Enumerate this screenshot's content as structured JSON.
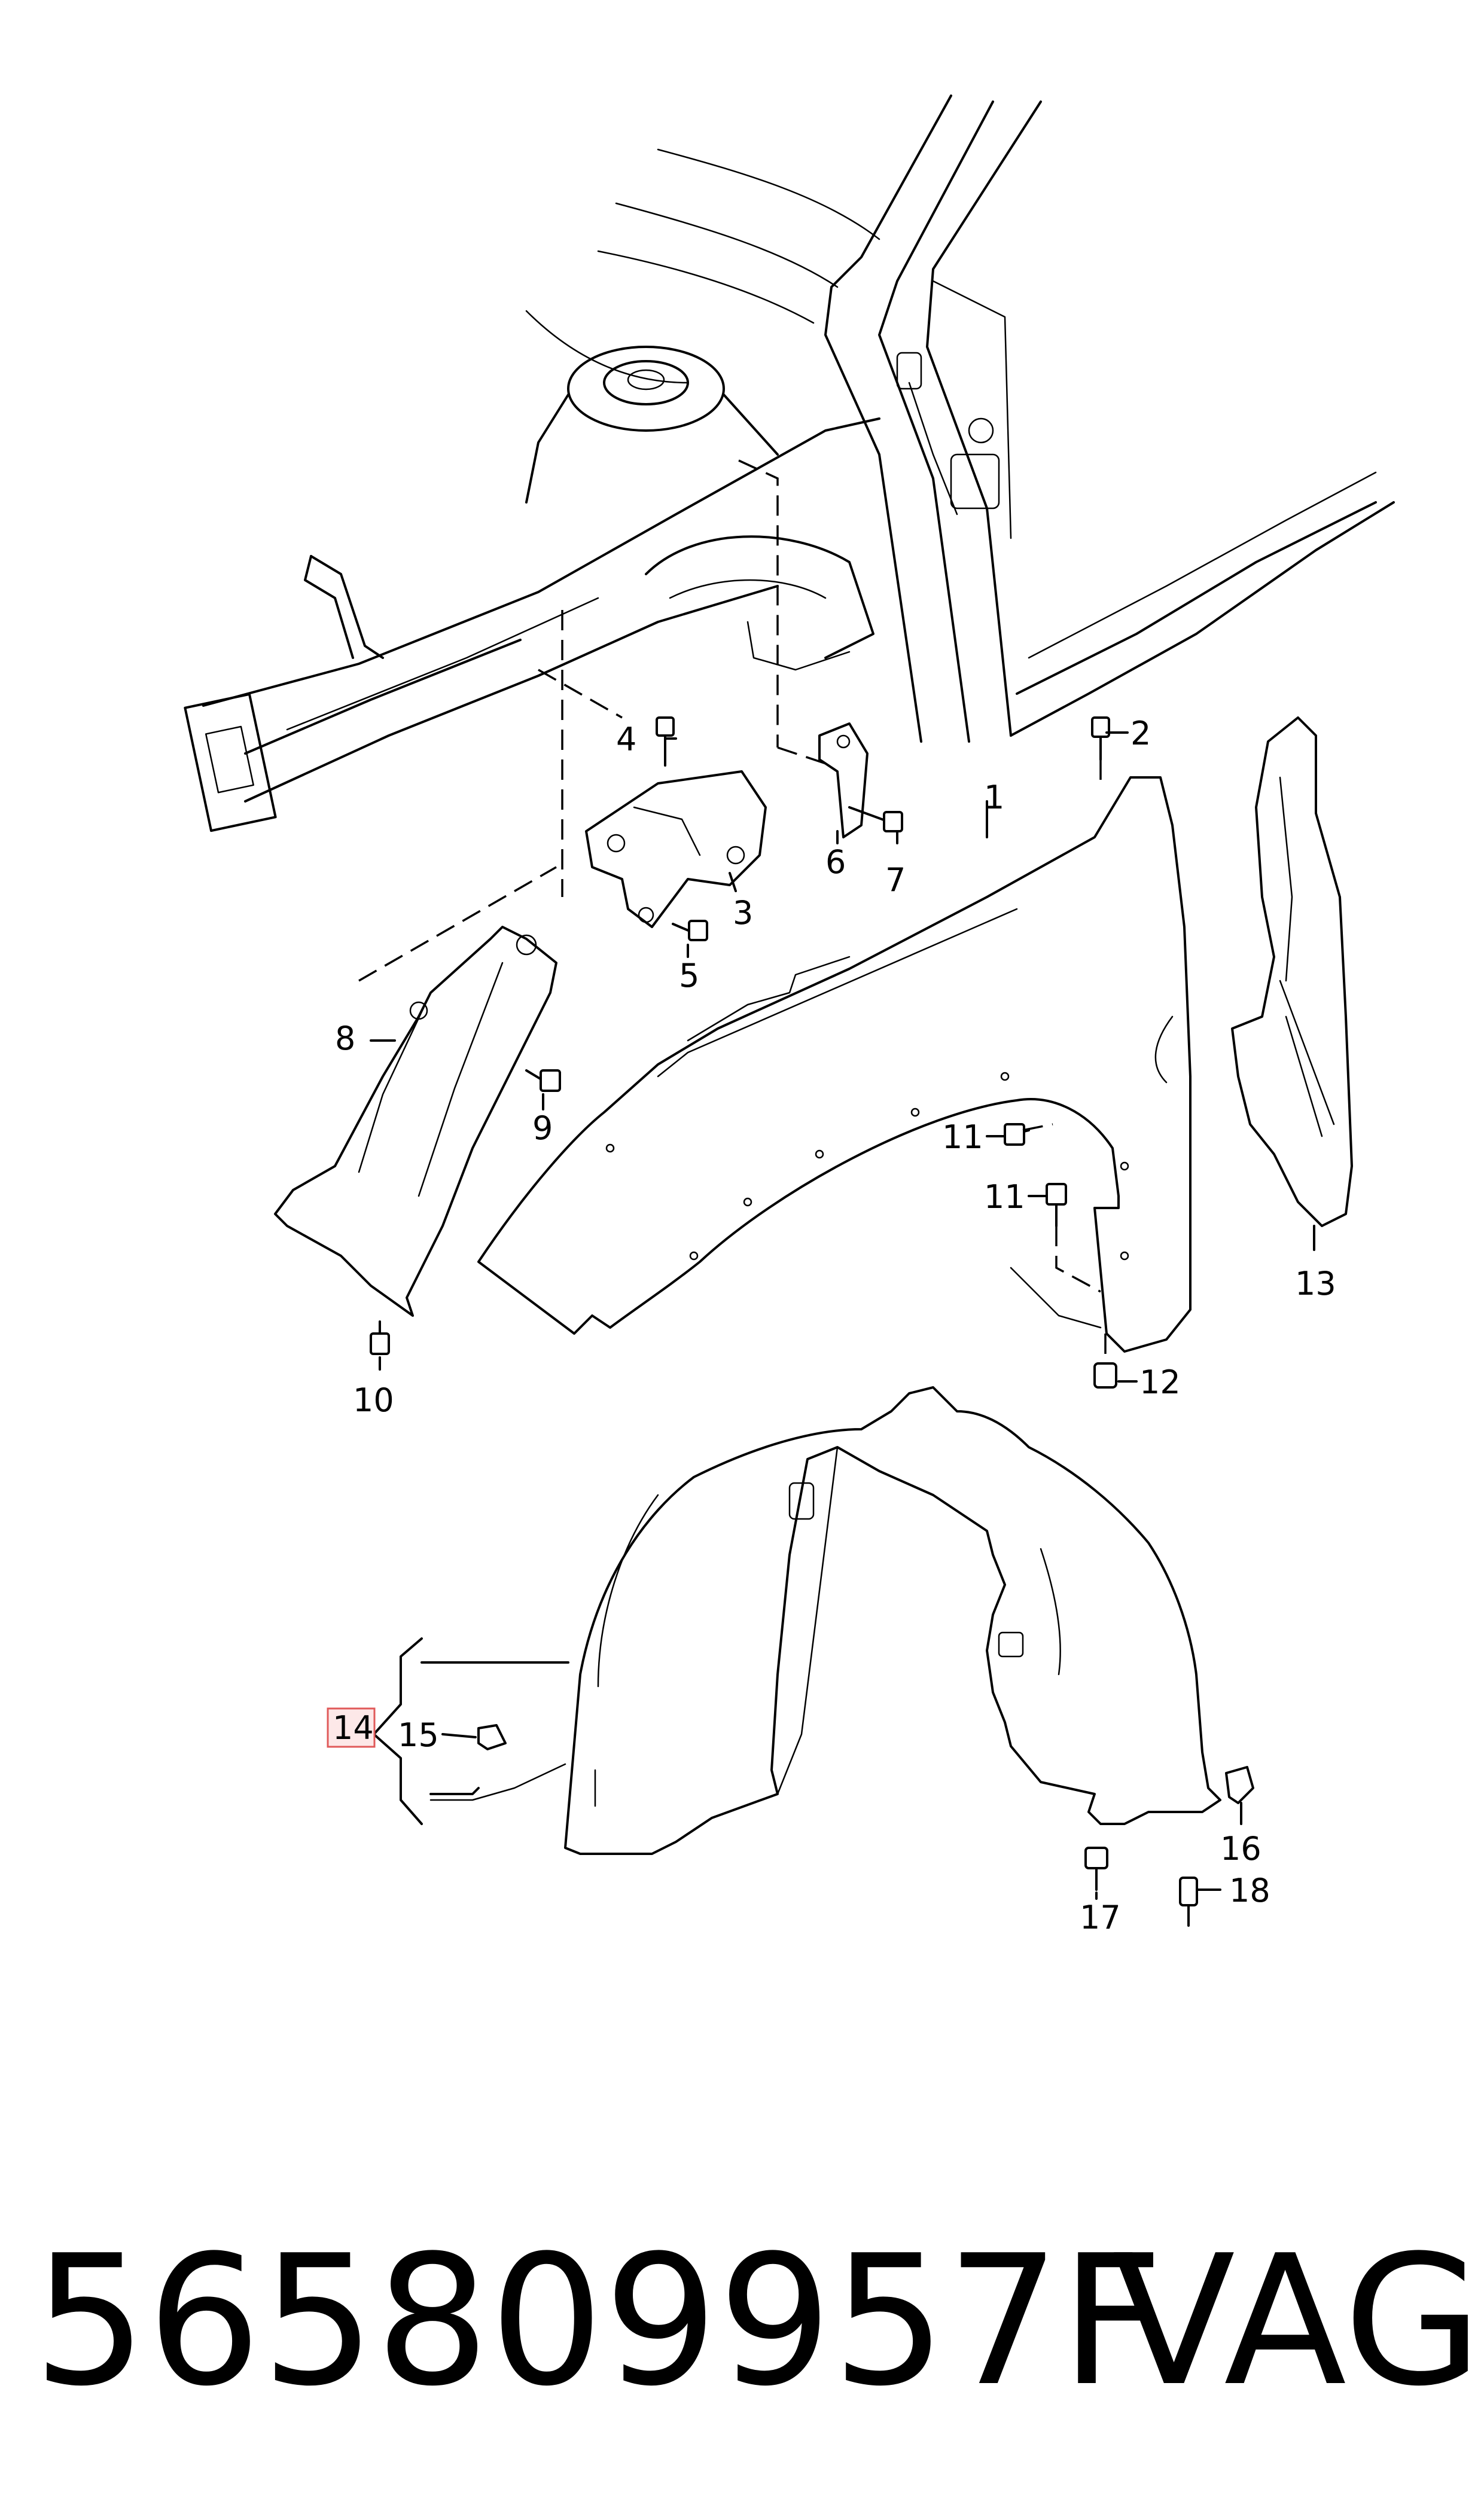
{
  "callouts": [
    "1",
    "2",
    "3",
    "4",
    "5",
    "6",
    "7",
    "8",
    "9",
    "10",
    "11",
    "11",
    "12",
    "13",
    "14",
    "15",
    "16",
    "17",
    "18"
  ],
  "highlighted_callout": "14",
  "caption": {
    "part_number": "565809957F",
    "brand": "VAG"
  },
  "colors": {
    "line": "#000000",
    "highlight_fill": "#fde8e8",
    "highlight_stroke": "#e05a5a"
  }
}
